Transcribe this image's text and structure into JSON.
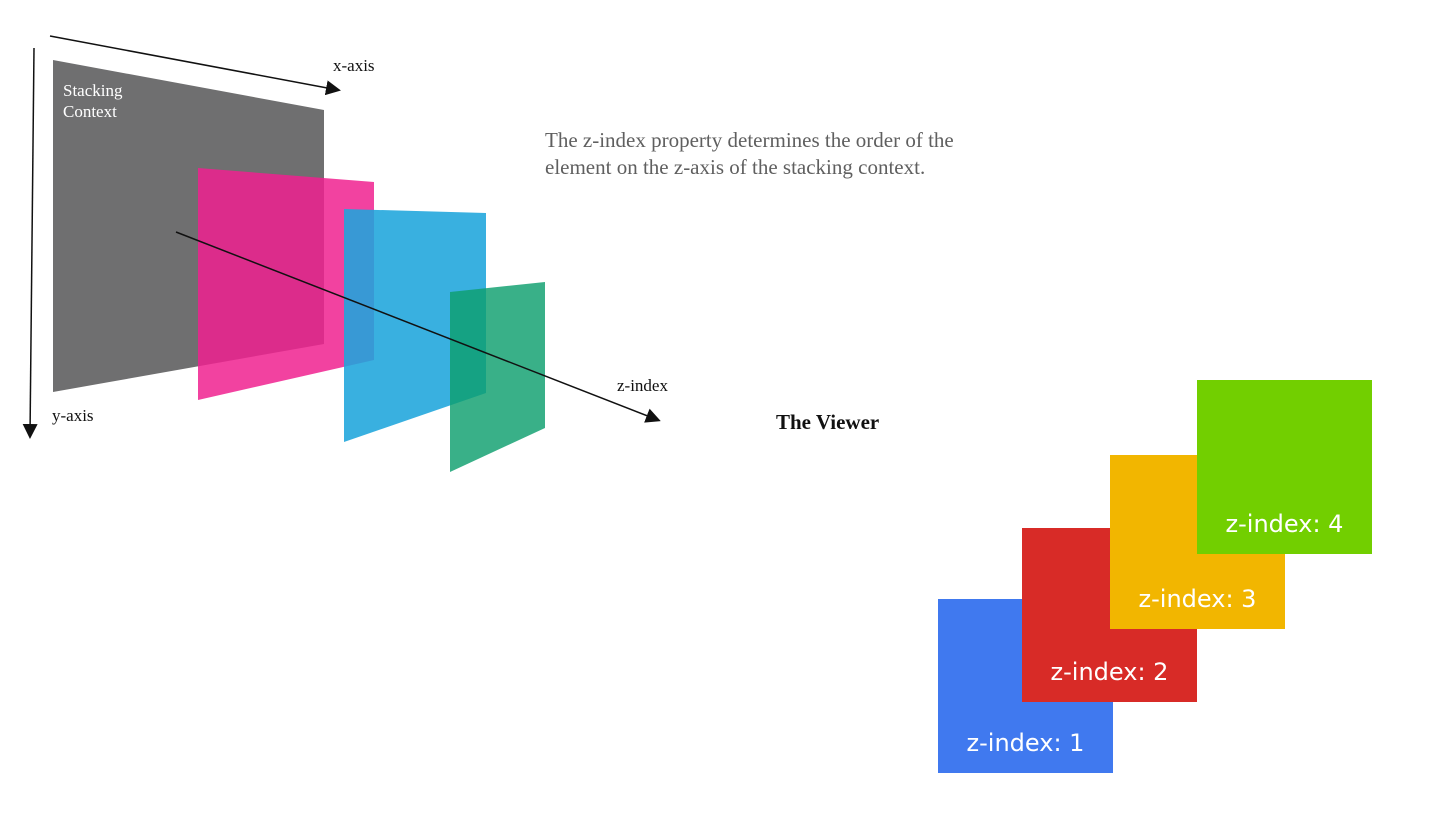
{
  "diagram": {
    "stacking_context_label": [
      "Stacking",
      "Context"
    ],
    "x_axis_label": "x-axis",
    "y_axis_label": "y-axis",
    "z_axis_label": "z-index",
    "plane_colors": [
      "#6f6f70",
      "#f0218f",
      "#1ea5dc",
      "#0e9f6e"
    ]
  },
  "description": "The z-index property determines the order of the element on the z-axis of the stacking context.",
  "viewer_label": "The Viewer",
  "boxes": [
    {
      "label": "z-index: 1",
      "color": "#4079ef"
    },
    {
      "label": "z-index: 2",
      "color": "#d82b27"
    },
    {
      "label": "z-index: 3",
      "color": "#f2b600"
    },
    {
      "label": "z-index: 4",
      "color": "#72cf00"
    }
  ]
}
